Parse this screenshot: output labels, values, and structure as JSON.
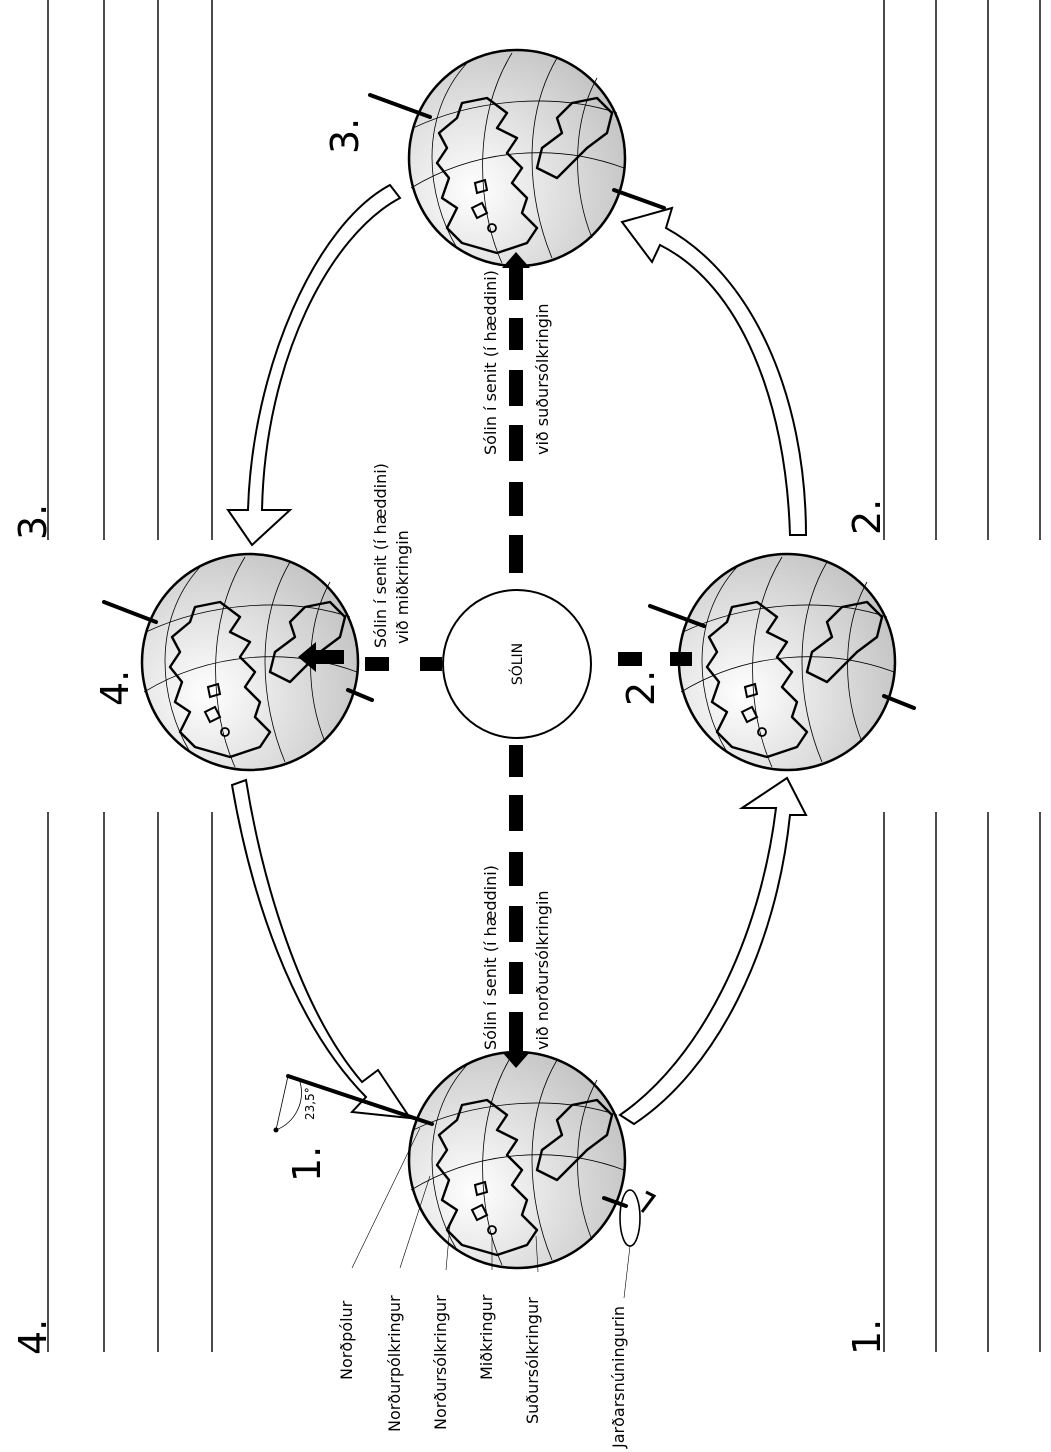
{
  "sun_label": "SÓLIN",
  "positions": {
    "p1": "1.",
    "p2": "2.",
    "p3": "3.",
    "p4": "4."
  },
  "line_numbers": {
    "top_left": "4.",
    "top_right": "3.",
    "bottom_left": "1.",
    "bottom_right": "2."
  },
  "angle_label": "23,5°",
  "zenith_labels": {
    "north_tropic_line1": "Sólin í senit (í hæddini)",
    "north_tropic_line2": "við norðursólkringin",
    "equator_line1": "Sólin í senit (í hæddini)",
    "equator_line2": "við miðkringin",
    "south_tropic_line1": "Sólin í senit (í hæddini)",
    "south_tropic_line2": "við suðursólkringin"
  },
  "globe_labels": [
    "Norðpólur",
    "Norðurpólkringur",
    "Norðursólkringur",
    "Miðkringur",
    "Suðursólkringur",
    "Jarðarsnúningurin"
  ]
}
